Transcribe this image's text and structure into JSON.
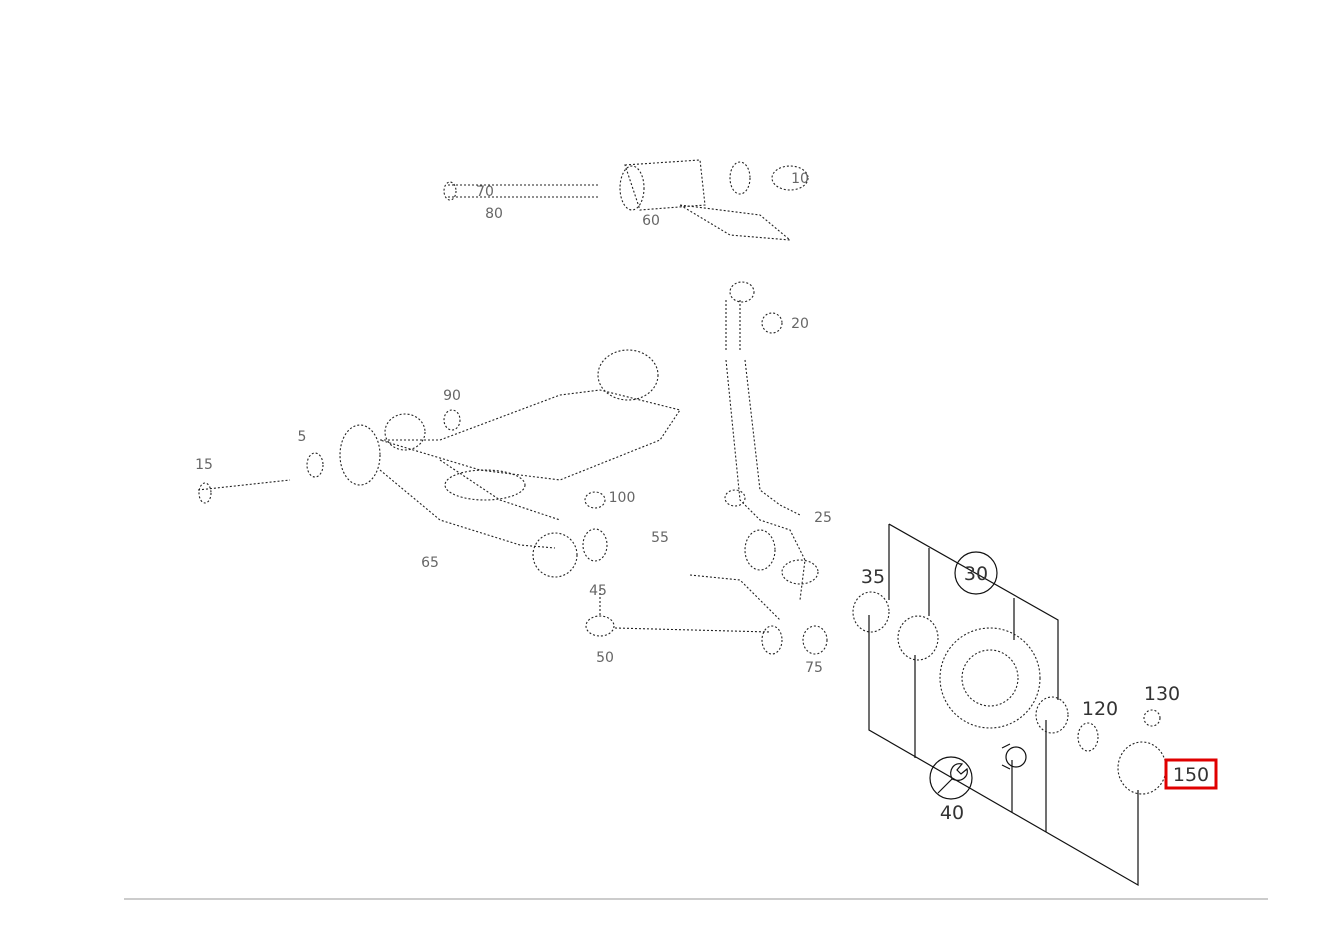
{
  "diagram": {
    "callouts": {
      "c30": "30",
      "c35": "35",
      "c40": "40",
      "c120": "120",
      "c130": "130",
      "c150": "150"
    },
    "faint_labels": {
      "f_a": "70",
      "f_b": "80",
      "f_c": "60",
      "f_d": "10",
      "f_e": "20",
      "f_f": "15",
      "f_g": "5",
      "f_h": "90",
      "f_i": "100",
      "f_j": "65",
      "f_k": "55",
      "f_l": "45",
      "f_m": "50",
      "f_n": "25",
      "f_o": "75"
    },
    "highlighted_part": "150",
    "highlight_color": "#e00000",
    "icon": "wrench-icon"
  }
}
